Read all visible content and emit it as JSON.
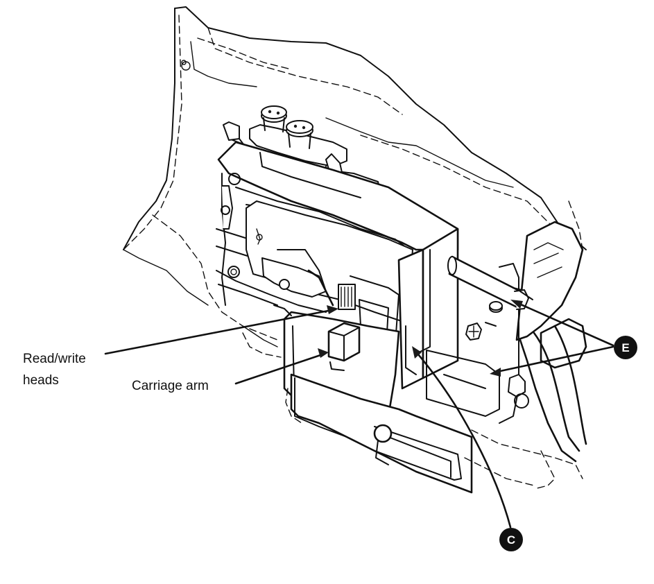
{
  "labels": {
    "read_write_line1": "Read/write",
    "read_write_line2": "heads",
    "carriage_arm": "Carriage arm"
  },
  "callouts": {
    "e": "E",
    "c": "C"
  },
  "colors": {
    "ink": "#111111",
    "callout_fill": "#111111",
    "background": "#ffffff"
  }
}
